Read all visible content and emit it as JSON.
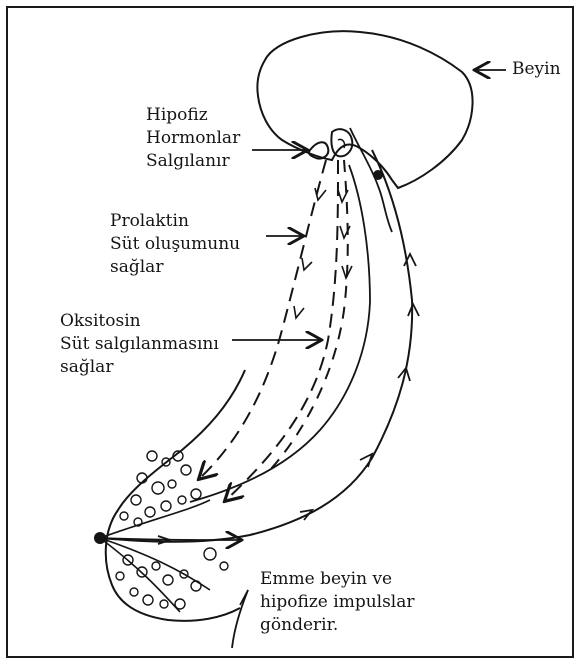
{
  "labels": {
    "brain": "Beyin",
    "pituitary": [
      "Hipofiz",
      "Hormonlar",
      "Salgılanır"
    ],
    "prolactin": [
      "Prolaktin",
      "Süt oluşumunu",
      "sağlar"
    ],
    "oxytocin": [
      "Oksitosin",
      "Süt salgılanmasını",
      "sağlar"
    ],
    "suckling": [
      "Emme beyin ve",
      "hipofize impulslar",
      "gönderir."
    ]
  },
  "colors": {
    "ink": "#151515",
    "frame": "#1a1a1a",
    "background": "#ffffff"
  }
}
